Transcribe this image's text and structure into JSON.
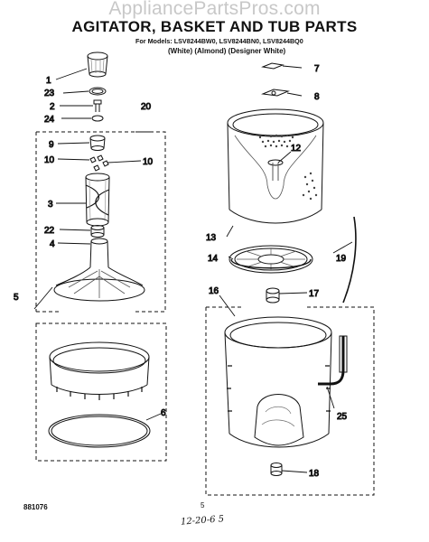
{
  "watermark": "AppliancePartsPros.com",
  "title": "AGITATOR, BASKET AND TUB PARTS",
  "models_line": "For Models: LSV8244BW0, LSV8244BN0, LSV8244BQ0",
  "colors_line": "(White)   (Almond)  (Designer White)",
  "footer_code": "881076",
  "page_number": "5",
  "handwritten_note": "12-20-6 5",
  "callouts": [
    "1",
    "23",
    "2",
    "24",
    "20",
    "9",
    "10",
    "10",
    "3",
    "22",
    "4",
    "5",
    "6",
    "7",
    "8",
    "12",
    "13",
    "19",
    "14",
    "16",
    "17",
    "25",
    "18"
  ]
}
